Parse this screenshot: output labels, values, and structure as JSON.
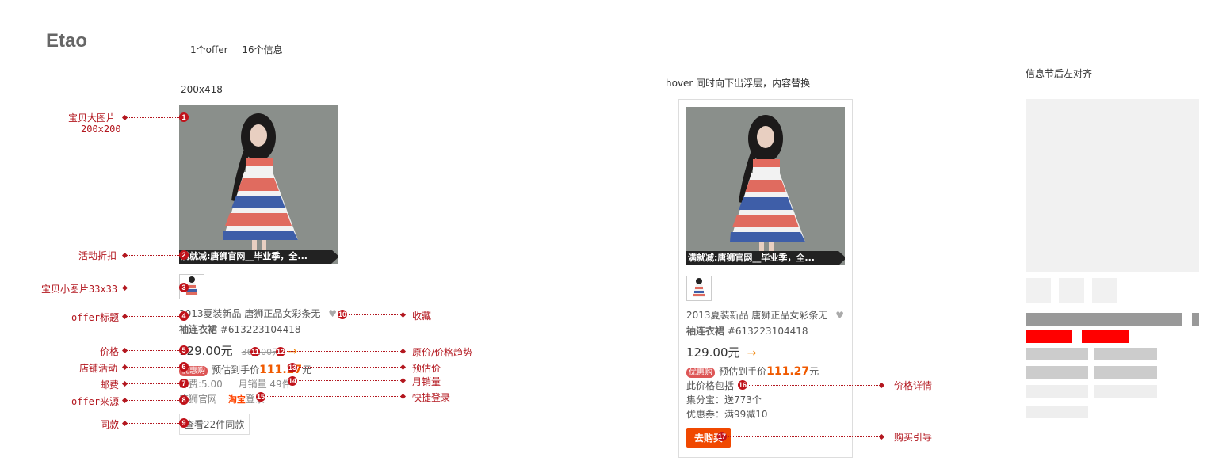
{
  "logo": "Etao",
  "top_nav": [
    "1个offer",
    "16个信息"
  ],
  "size_label": "200x418",
  "hover_note": "hover 同时向下出浮层，内容替换",
  "align_note": "信息节后左对齐",
  "colors": {
    "annotation": "#b3171f",
    "price_highlight": "#f05a00",
    "buy_button": "#f04800",
    "placeholder_red": "#ff0000"
  },
  "left_labels": {
    "big_image": "宝贝大图片",
    "big_image_size": "200x200",
    "promo": "活动折扣",
    "thumb": "宝贝小图片33x33",
    "title": "offer标题",
    "price": "价格",
    "shop_promo": "店铺活动",
    "shipping": "邮费",
    "source": "offer来源",
    "same": "同款"
  },
  "right_labels": {
    "favorite": "收藏",
    "orig_trend": "原价/价格趋势",
    "estimate": "预估价",
    "monthly": "月销量",
    "quick_login": "快捷登录",
    "price_detail": "价格详情",
    "buy_guide": "购买引导"
  },
  "product": {
    "promo_text": "满就减:唐狮官网__毕业季，全...",
    "title_line1": "2013夏装新品 唐狮正品女彩条无",
    "title_line2_bold": "袖连衣裙",
    "title_line2": " #613223104418",
    "price": "129.00元",
    "orig_price": "360.00元",
    "trend_icon": "→",
    "badge": "优惠购",
    "estimate_label": "预估到手价",
    "estimate_value": "111.27",
    "estimate_unit": "元",
    "shipping": "邮费:5.00",
    "monthly_sales": "月销量 49件",
    "source": "唐狮官网",
    "taobao": "淘宝",
    "login": "登录",
    "same_button": "查看22件同款",
    "price_includes": "此价格包括",
    "jifenbao": "集分宝：送773个",
    "coupon": "优惠券：满99减10",
    "buy_button": "去购买"
  },
  "numbers": [
    "1",
    "2",
    "3",
    "4",
    "5",
    "6",
    "7",
    "8",
    "9",
    "10",
    "11",
    "12",
    "13",
    "14",
    "15",
    "16",
    "17"
  ]
}
